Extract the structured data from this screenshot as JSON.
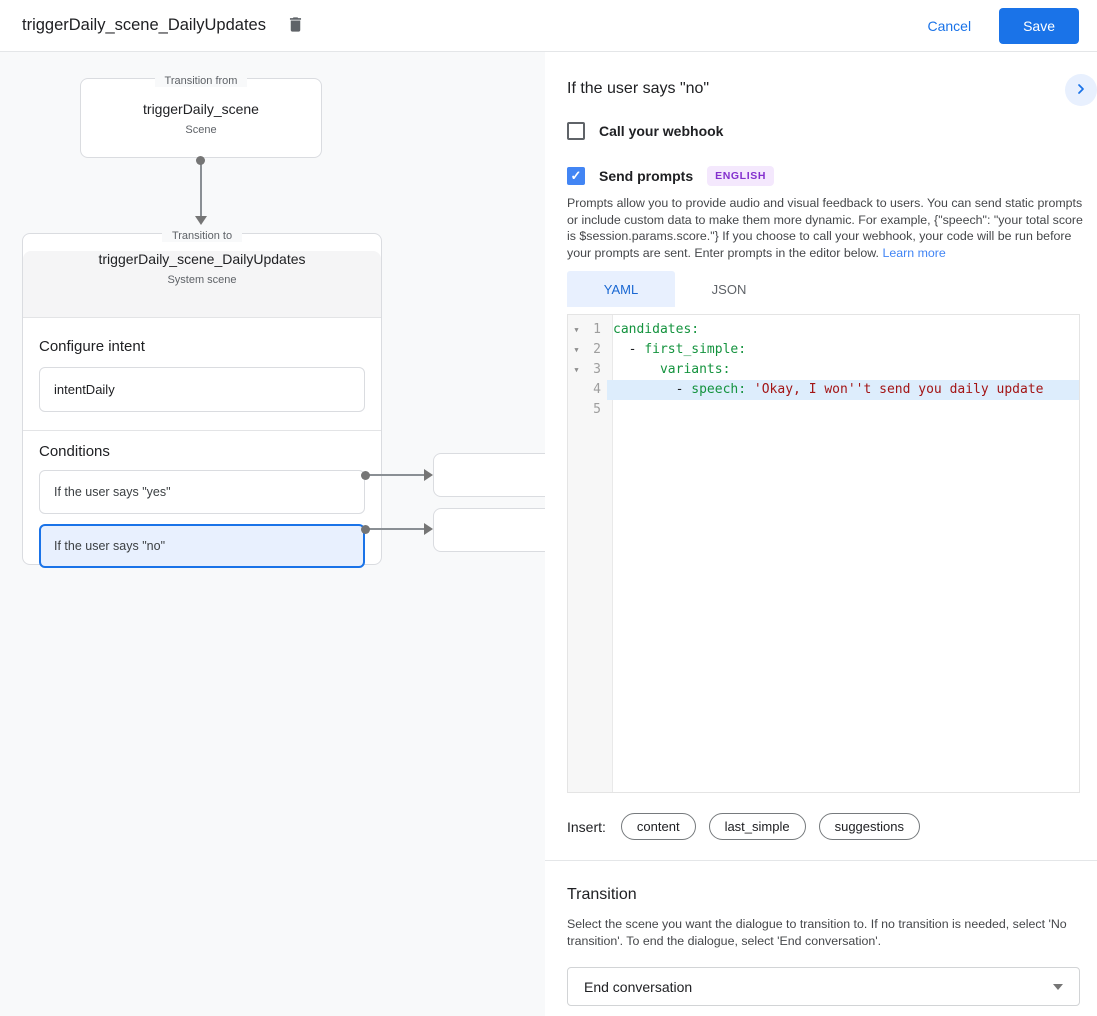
{
  "colors": {
    "accent": "#1a73e8",
    "selected_bg": "#e8f0fe",
    "badge_bg": "#f4e8fd",
    "badge_text": "#8430ce",
    "code_key": "#14933e",
    "code_string": "#a31515",
    "canvas_bg": "#f8f9fa"
  },
  "header": {
    "title": "triggerDaily_scene_DailyUpdates",
    "cancel_label": "Cancel",
    "save_label": "Save"
  },
  "diagram": {
    "from_box": {
      "legend": "Transition from",
      "title": "triggerDaily_scene",
      "subtitle": "Scene"
    },
    "to_box": {
      "legend": "Transition to",
      "title": "triggerDaily_scene_DailyUpdates",
      "subtitle": "System scene",
      "configure_intent_label": "Configure intent",
      "intent_value": "intentDaily",
      "conditions_label": "Conditions",
      "conditions": [
        {
          "label": "If the user says \"yes\"",
          "selected": false
        },
        {
          "label": "If the user says \"no\"",
          "selected": true
        }
      ]
    }
  },
  "panel": {
    "title": "If the user says \"no\"",
    "webhook": {
      "label": "Call your webhook",
      "checked": false
    },
    "prompts": {
      "label": "Send prompts",
      "checked": true,
      "badge": "ENGLISH",
      "check_glyph": "✓"
    },
    "description": "Prompts allow you to provide audio and visual feedback to users. You can send static prompts or include custom data to make them more dynamic. For example, {\"speech\": \"your total score is $session.params.score.\"} If you choose to call your webhook, your code will be run before your prompts are sent. Enter prompts in the editor below.",
    "learn_more": "Learn more",
    "tabs": [
      {
        "label": "YAML",
        "active": true
      },
      {
        "label": "JSON",
        "active": false
      }
    ],
    "editor": {
      "lines": [
        {
          "num": "1",
          "fold": true,
          "highlight": false,
          "tokens": [
            {
              "t": "candidates:",
              "c": "key"
            }
          ]
        },
        {
          "num": "2",
          "fold": true,
          "highlight": false,
          "tokens": [
            {
              "t": "  - ",
              "c": "plain"
            },
            {
              "t": "first_simple:",
              "c": "key"
            }
          ]
        },
        {
          "num": "3",
          "fold": true,
          "highlight": false,
          "tokens": [
            {
              "t": "      ",
              "c": "plain"
            },
            {
              "t": "variants:",
              "c": "key"
            }
          ]
        },
        {
          "num": "4",
          "fold": false,
          "highlight": true,
          "tokens": [
            {
              "t": "        - ",
              "c": "plain"
            },
            {
              "t": "speech: ",
              "c": "key"
            },
            {
              "t": "'Okay, I won''t send you daily update",
              "c": "string"
            }
          ]
        },
        {
          "num": "5",
          "fold": false,
          "highlight": false,
          "tokens": []
        }
      ]
    },
    "insert": {
      "label": "Insert:",
      "chips": [
        "content",
        "last_simple",
        "suggestions"
      ]
    },
    "transition": {
      "title": "Transition",
      "description": "Select the scene you want the dialogue to transition to. If no transition is needed, select 'No transition'. To end the dialogue, select 'End conversation'.",
      "select_value": "End conversation"
    }
  }
}
